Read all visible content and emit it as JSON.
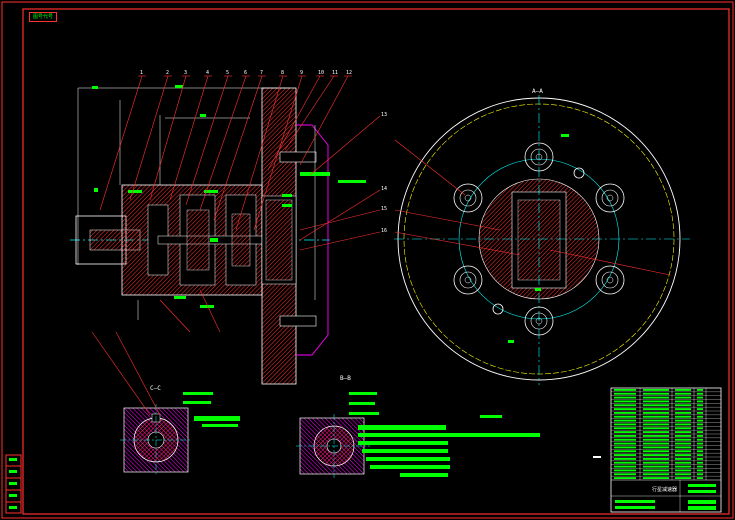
{
  "sheet": {
    "corner_tag": "图号代号",
    "colors": {
      "frame": "#ff3030",
      "section": "#ff3030",
      "outline": "#ffffff",
      "centerline": "#00ffff",
      "note": "#00ff00",
      "pitch": "#ffff00",
      "hatch_alt": "#ff00ff"
    }
  },
  "main_view": {
    "balloons": [
      "1",
      "2",
      "3",
      "4",
      "5",
      "6",
      "7",
      "8",
      "9",
      "10",
      "11",
      "12"
    ],
    "side_labels": [
      "13",
      "14",
      "15",
      "16"
    ]
  },
  "views": {
    "right_title": "A—A",
    "section_c": "C—C",
    "section_b": "B—B"
  },
  "title_block": {
    "drawing_name": "行星减速器",
    "rows": 24
  }
}
